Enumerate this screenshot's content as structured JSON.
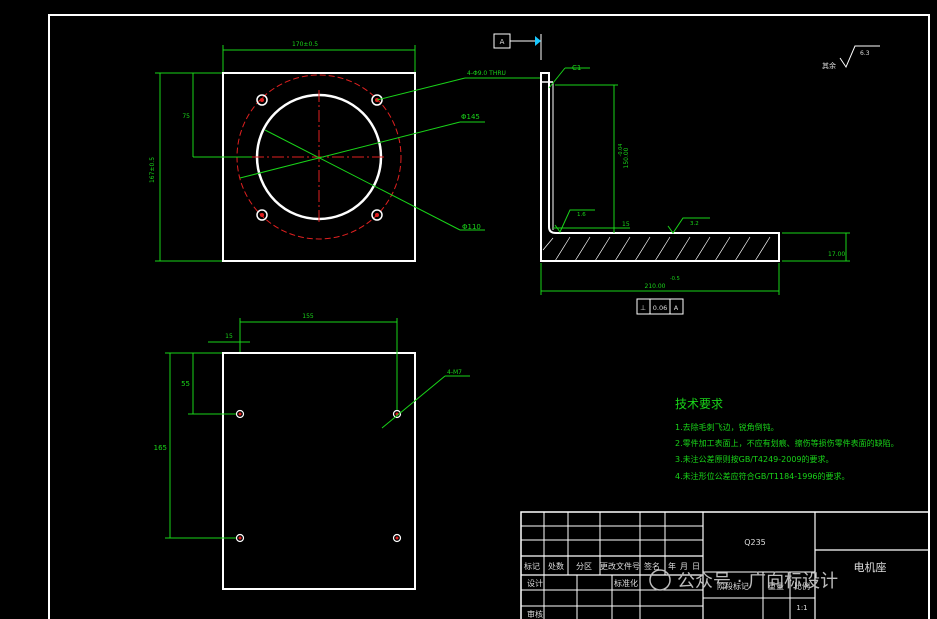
{
  "top_view": {
    "width_dim": "170±0.5",
    "height_dim": "167±0.5",
    "offset_dim": "75",
    "hole_callout": "4-Φ9.0  THRU",
    "dia_145": "Φ145",
    "dia_110": "Φ110"
  },
  "side_view": {
    "datum": "A",
    "chamfer": "C1",
    "height_dim": "150.00",
    "height_tol": "-0.04",
    "thickness_dim": "15",
    "base_thickness": "17.00",
    "length_dim": "210.00",
    "length_tol": "-0.5",
    "roughness_1": "1.6",
    "roughness_2": "3.2",
    "perp_tol": "0.06",
    "perp_datum": "A",
    "other_roughness_label": "其余",
    "other_roughness_value": "6.3"
  },
  "bottom_view": {
    "width_dim": "155",
    "offset_x": "15",
    "offset_y": "55",
    "height_dim": "165",
    "hole_callout": "4-M7"
  },
  "notes": {
    "title": "技术要求",
    "items": [
      "1.去除毛刺飞边，锐角倒钝。",
      "2.零件加工表面上，不应有划痕、擦伤等损伤零件表面的缺陷。",
      "3.未注公差原则按GB/T4249-2009的要求。",
      "4.未注形位公差应符合GB/T1184-1996的要求。"
    ]
  },
  "title_block": {
    "material": "Q235",
    "part_name": "电机座",
    "h_biaoji": "标记",
    "h_chushu": "处数",
    "h_fenqu": "分区",
    "h_gengai": "更改文件号",
    "h_qianming": "签名",
    "h_nian": "年",
    "h_yue": "月",
    "h_ri": "日",
    "sheji": "设计",
    "biaozhunhua": "标准化",
    "jieduan": "阶段标记",
    "zhongliang": "重量",
    "bili": "比例",
    "scale": "1:1",
    "shenhe": "审核"
  },
  "watermark": "公众号 · 广向标设计"
}
